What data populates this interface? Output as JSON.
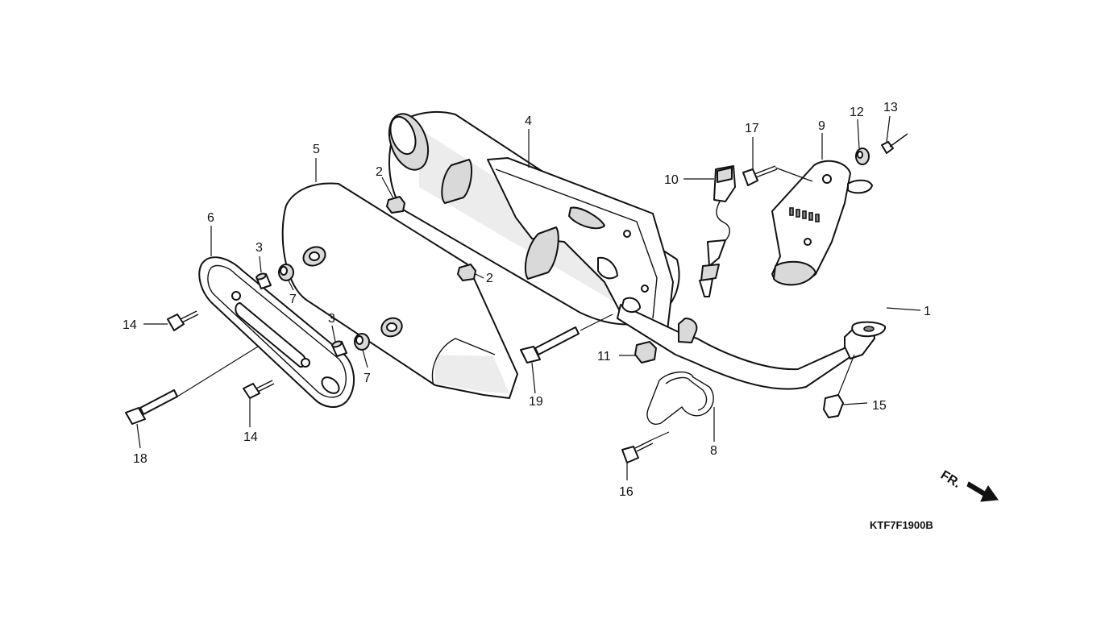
{
  "callouts": {
    "c1": "1",
    "c2a": "2",
    "c2b": "2",
    "c3a": "3",
    "c3b": "3",
    "c4": "4",
    "c5": "5",
    "c6": "6",
    "c7a": "7",
    "c7b": "7",
    "c8": "8",
    "c9": "9",
    "c10": "10",
    "c11": "11",
    "c12": "12",
    "c13": "13",
    "c14a": "14",
    "c14b": "14",
    "c15": "15",
    "c16": "16",
    "c17": "17",
    "c18": "18",
    "c19": "19"
  },
  "direction_label": "FR.",
  "diagram_code": "KTF7F1900B",
  "colors": {
    "line": "#111111",
    "shade": "#d9d9d9",
    "background": "#ffffff"
  }
}
